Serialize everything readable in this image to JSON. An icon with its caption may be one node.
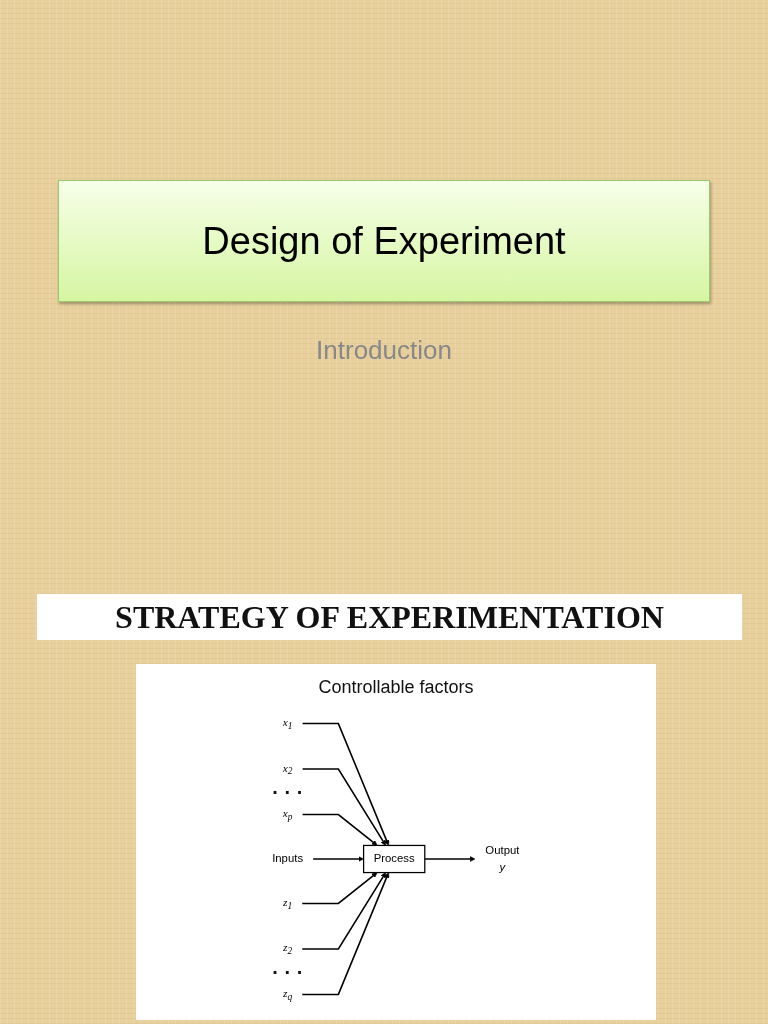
{
  "diagram": {
    "title": "Design of Experiment",
    "nodes": [
      {
        "text": [
          "x$_{1}$"
        ]
      },
      {
        "text": [
          "x$_{2}$"
        ]
      },
      {
        "text": [
          "x$_{p}$"
        ]
      },
      {
        "text": [
          "Inputs"
        ]
      },
      {
        "text": [
          "Process"
        ]
      },
      {
        "text": [
          "Output",
          "y"
        ]
      },
      {
        "text": [
          "z$_{1}$"
        ]
      },
      {
        "text": [
          "z$_{2}$"
        ]
      },
      {
        "text": [
          "z$_{q}$"
        ]
      }
    ],
    "edges": [
      {
        "from": 0,
        "to": 4,
        "arrow": "to"
      },
      {
        "from": 1,
        "to": 4,
        "arrow": "to"
      },
      {
        "from": 2,
        "to": 4,
        "arrow": "to"
      },
      {
        "from": 3,
        "to": 4,
        "arrow": "to"
      },
      {
        "from": 4,
        "to": 5,
        "arrow": "to"
      },
      {
        "from": 6,
        "to": 4,
        "arrow": "to"
      },
      {
        "from": 7,
        "to": 4,
        "arrow": "to"
      },
      {
        "from": 8,
        "to": 4,
        "arrow": "to"
      }
    ],
    "labels": [
      "Introduction",
      "STRATEGY OF EXPERIMENTATION",
      "Controllable factors",
      "· · ·",
      "· · ·"
    ]
  }
}
